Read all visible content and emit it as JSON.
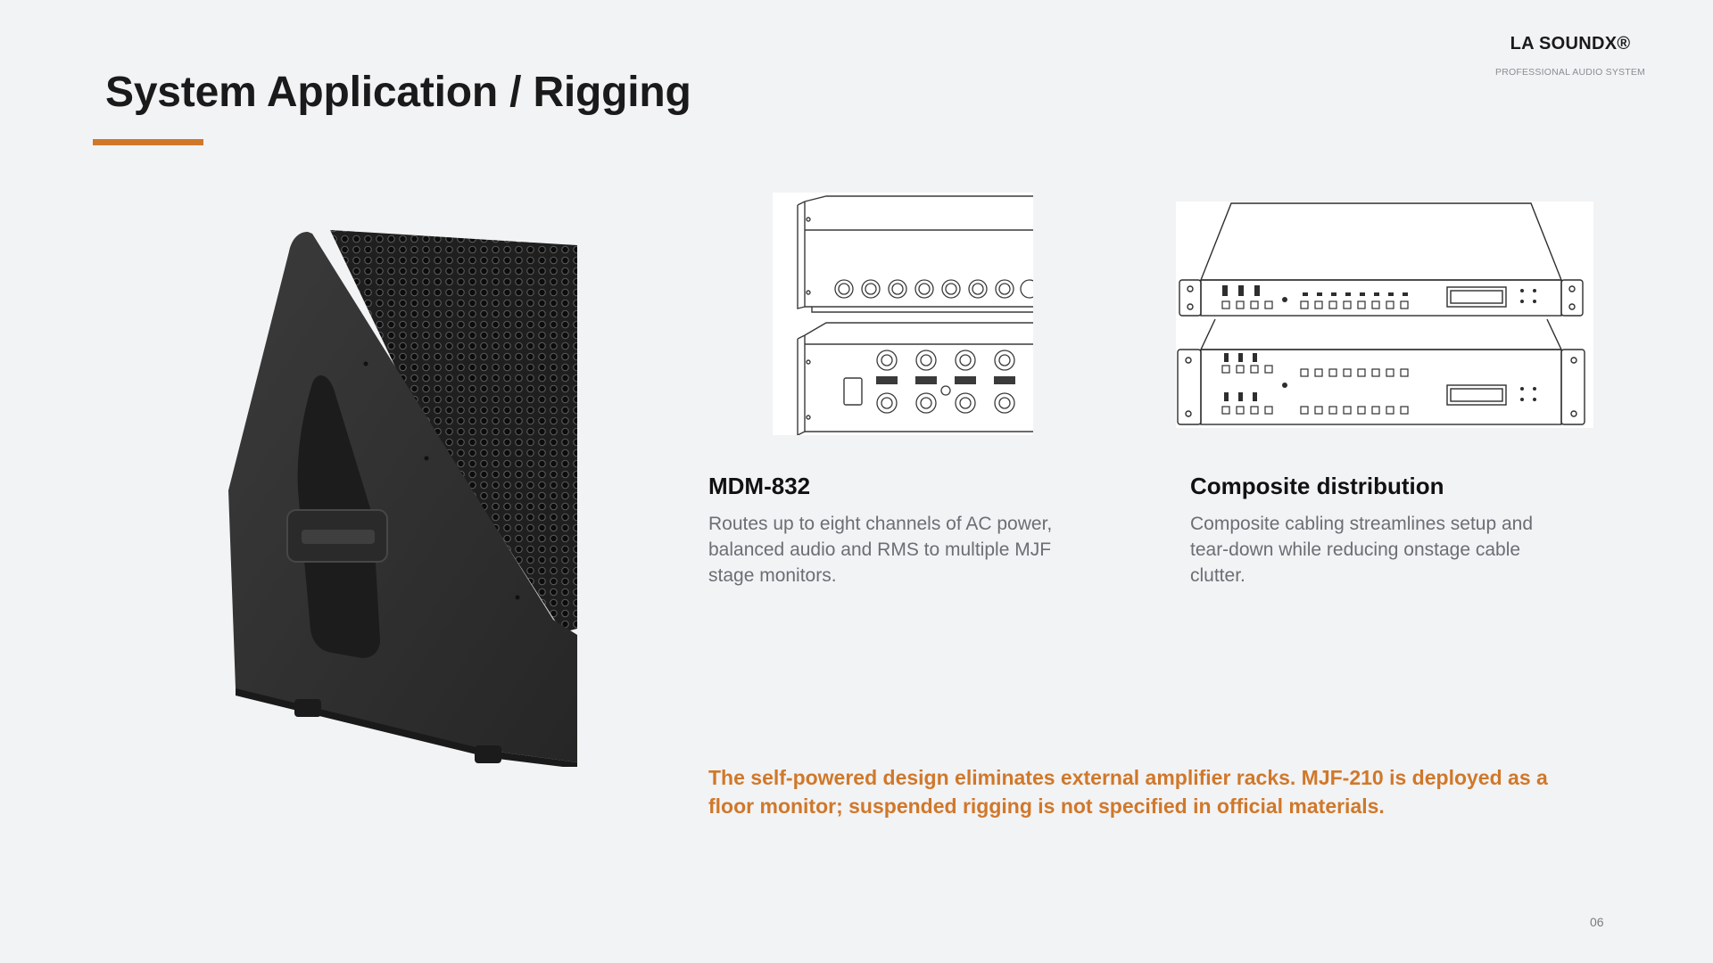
{
  "slide": {
    "title": "System Application / Rigging",
    "accent_color": "#d0782a",
    "page_number": "06"
  },
  "brand": {
    "name": "LA SOUNDX®",
    "tagline": "PROFESSIONAL AUDIO SYSTEM"
  },
  "images": {
    "speaker": "floor-monitor-speaker-photo",
    "diagram_a": "mdm-832-rack-drawing",
    "diagram_b": "composite-distribution-rack-drawing"
  },
  "cards": [
    {
      "title": "MDM-832",
      "text": "Routes up to eight channels of AC power, balanced audio and RMS to multiple MJF stage monitors."
    },
    {
      "title": "Composite distribution",
      "text": "Composite cabling streamlines setup and tear-down while reducing onstage cable clutter."
    }
  ],
  "callout": "The self-powered design eliminates external amplifier racks. MJF-210 is deployed as a floor monitor; suspended rigging is not specified in official materials."
}
